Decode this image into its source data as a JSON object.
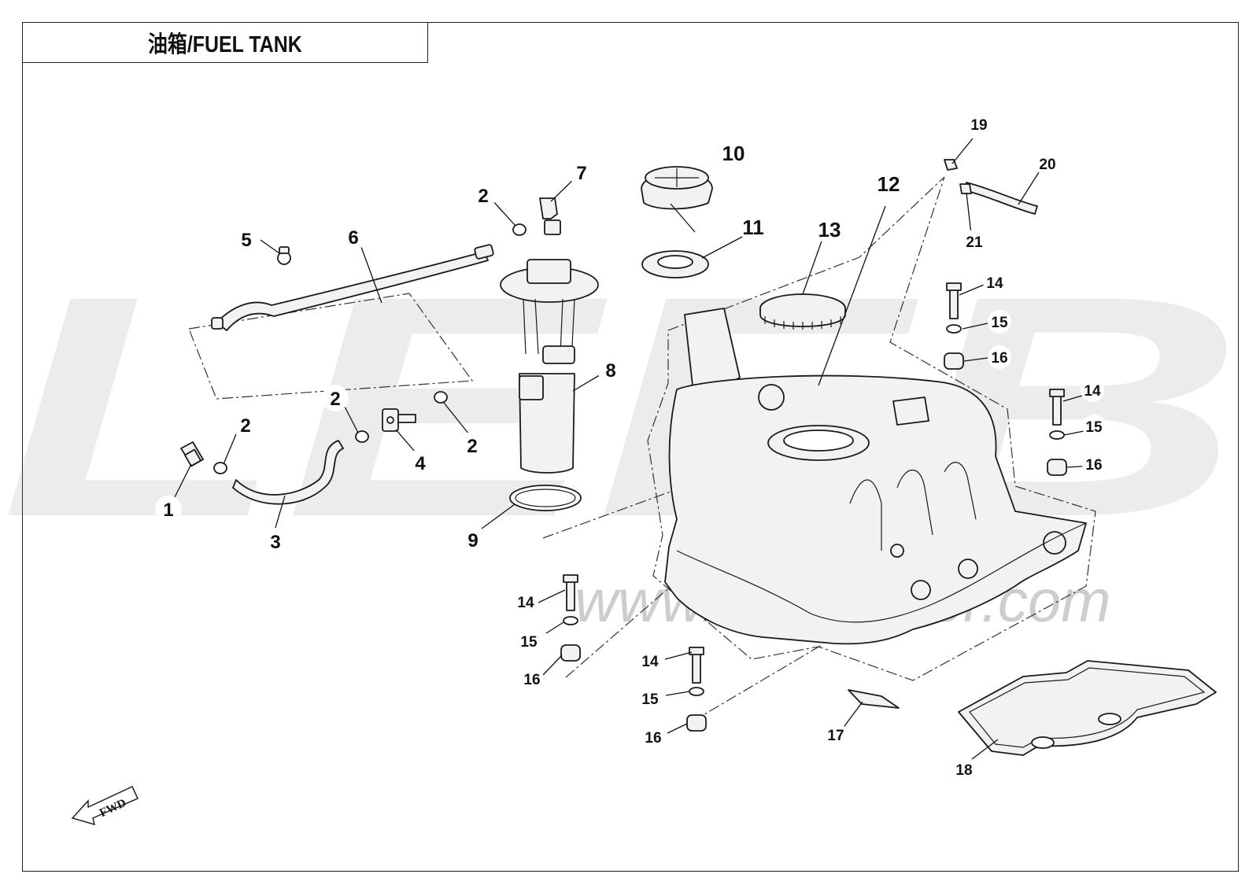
{
  "title": "油箱/FUEL TANK",
  "watermark": {
    "logo": "LEEB",
    "url": "www.leebmotor.com"
  },
  "fwd_label": "FWD",
  "callouts": {
    "c1": "1",
    "c2a": "2",
    "c2b": "2",
    "c2c": "2",
    "c2d": "2",
    "c3": "3",
    "c4": "4",
    "c5": "5",
    "c6": "6",
    "c7": "7",
    "c8": "8",
    "c9": "9",
    "c10": "10",
    "c11": "11",
    "c12": "12",
    "c13": "13",
    "c14a": "14",
    "c14b": "14",
    "c14c": "14",
    "c14d": "14",
    "c15a": "15",
    "c15b": "15",
    "c15c": "15",
    "c15d": "15",
    "c16a": "16",
    "c16b": "16",
    "c16c": "16",
    "c16d": "16",
    "c17": "17",
    "c18": "18",
    "c19": "19",
    "c20": "20",
    "c21": "21"
  }
}
